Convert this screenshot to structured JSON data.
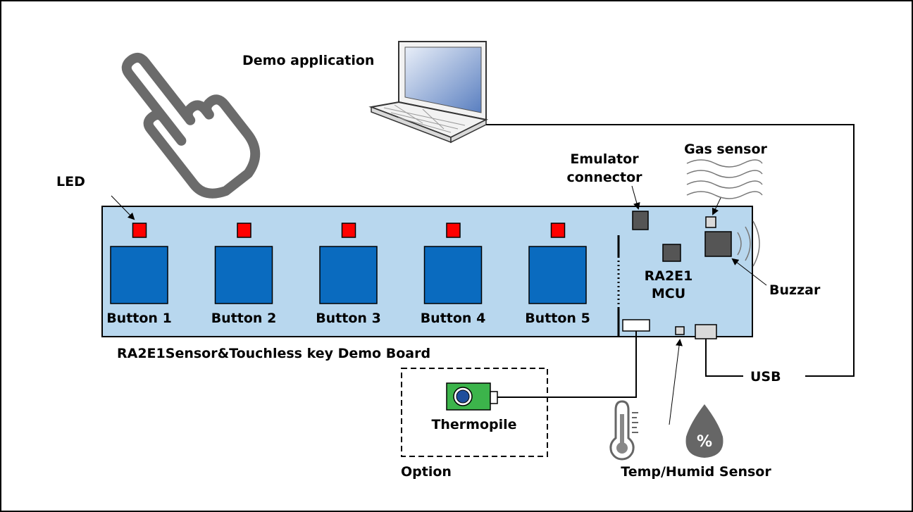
{
  "labels": {
    "demo_app": "Demo application",
    "led": "LED",
    "emulator_1": "Emulator",
    "emulator_2": "connector",
    "gas_sensor": "Gas sensor",
    "mcu_1": "RA2E1",
    "mcu_2": "MCU",
    "buzzar": "Buzzar",
    "board_name": "RA2E1Sensor&Touchless key Demo Board",
    "usb": "USB",
    "thermopile": "Thermopile",
    "option": "Option",
    "temp_humid": "Temp/Humid Sensor",
    "humid_symbol": "%"
  },
  "buttons": [
    {
      "label": "Button 1"
    },
    {
      "label": "Button 2"
    },
    {
      "label": "Button 3"
    },
    {
      "label": "Button 4"
    },
    {
      "label": "Button 5"
    }
  ],
  "colors": {
    "board": "#b8d7ee",
    "button": "#0a6bbf",
    "led": "#ff0000",
    "chip": "#555555",
    "hand": "#666666",
    "thermopile_board": "#3cb44b"
  },
  "icons": [
    "pointing-hand-icon",
    "laptop-icon",
    "thermometer-icon",
    "humidity-drop-icon"
  ]
}
